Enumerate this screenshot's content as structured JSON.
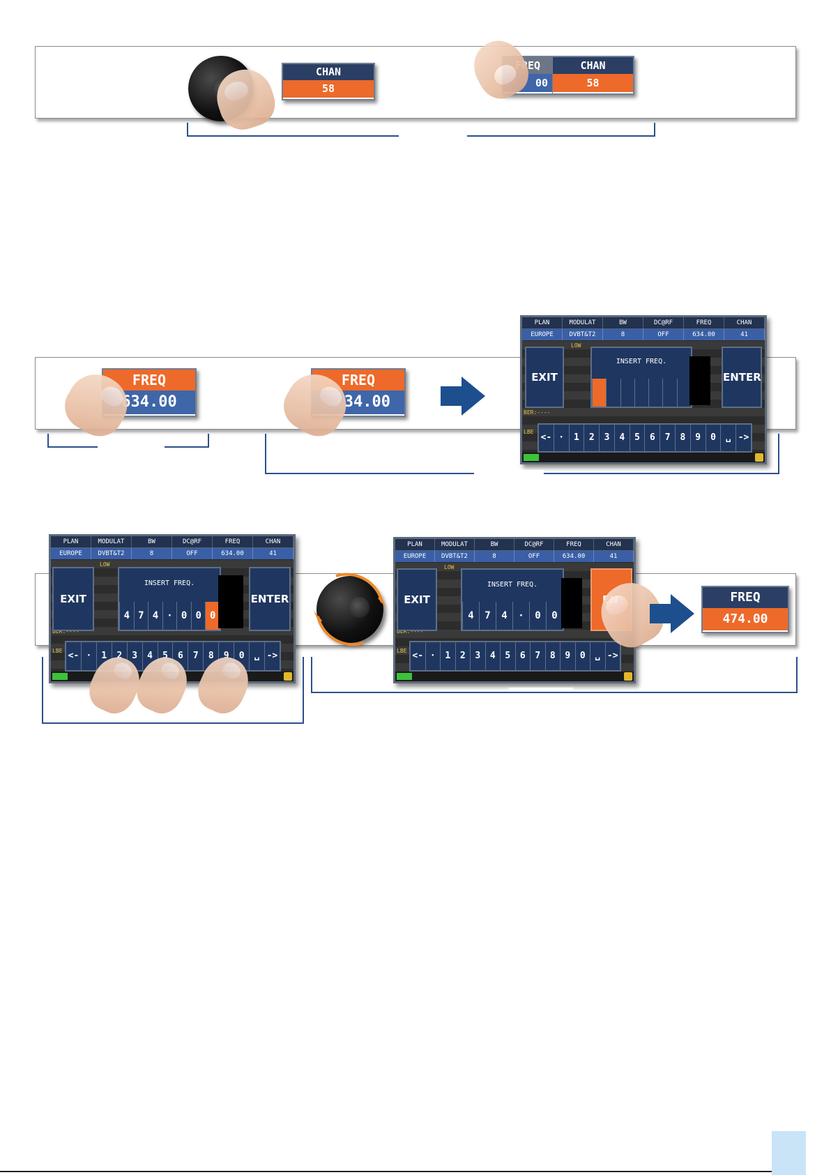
{
  "row1": {
    "chan_widget": {
      "header": "CHAN",
      "value": "58"
    },
    "freq_chan_widget": {
      "freq_header": "FREQ",
      "freq_value": "00",
      "chan_header": "CHAN",
      "chan_value": "58"
    }
  },
  "row2": {
    "freq_widget_a": {
      "header": "FREQ",
      "value": "634.00"
    },
    "freq_widget_b": {
      "header": "FREQ",
      "value": "34.00"
    }
  },
  "screen": {
    "headers": [
      "PLAN",
      "MODULAT",
      "BW",
      "DC@RF",
      "FREQ",
      "CHAN"
    ],
    "values": [
      "EUROPE",
      "DVBT&T2",
      "8",
      "OFF",
      "634.00",
      "41"
    ],
    "exit_label": "EXIT",
    "enter_label": "ENTER",
    "dialog_title": "INSERT FREQ.",
    "keys": [
      "<-",
      "·",
      "1",
      "2",
      "3",
      "4",
      "5",
      "6",
      "7",
      "8",
      "9",
      "0",
      "␣",
      "->"
    ],
    "bg_low": "LOW",
    "bg_ber": "BER:----",
    "bg_lb": "LBE"
  },
  "entered_digits": [
    "4",
    "7",
    "4",
    "·",
    "0",
    "0",
    "0"
  ],
  "entered_digits_b": [
    "4",
    "7",
    "4",
    "·",
    "0",
    "0"
  ],
  "result_widget": {
    "header": "FREQ",
    "value": "474.00"
  },
  "colors": {
    "orange": "#ed6a2a",
    "navy": "#22324f",
    "blue": "#3a5fa6",
    "arrow": "#1d4f8f"
  }
}
